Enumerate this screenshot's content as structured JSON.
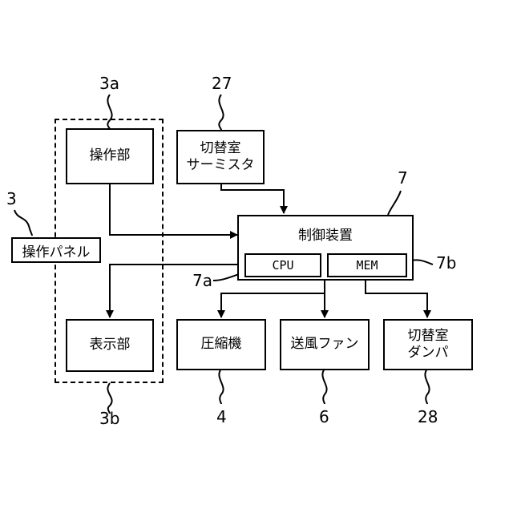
{
  "refs": {
    "panel": "3",
    "operation_unit": "3a",
    "display_unit": "3b",
    "thermistor": "27",
    "controller": "7",
    "cpu": "7a",
    "mem": "7b",
    "compressor": "4",
    "fan": "6",
    "damper": "28"
  },
  "blocks": {
    "operation_panel": "操作パネル",
    "operation_unit": "操作部",
    "display_unit": "表示部",
    "thermistor": "切替室\nサーミスタ",
    "controller": "制御装置",
    "cpu": "CPU",
    "mem": "MEM",
    "compressor": "圧縮機",
    "fan": "送風ファン",
    "damper": "切替室\nダンパ"
  }
}
